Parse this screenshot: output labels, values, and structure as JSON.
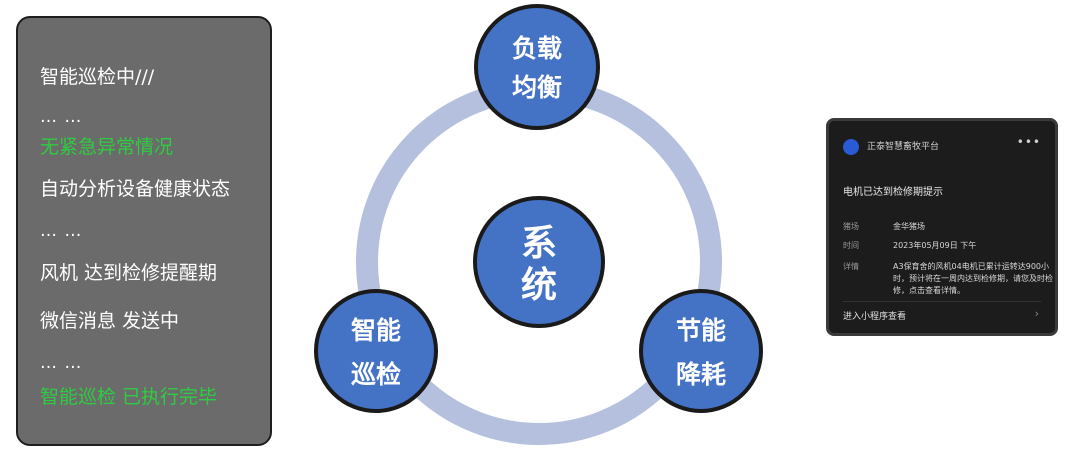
{
  "log": {
    "lines": [
      {
        "text": "智能巡检中///",
        "style": "normal"
      },
      {
        "text": "… …",
        "style": "dots"
      },
      {
        "text": "无紧急异常情况",
        "style": "ok"
      },
      {
        "text": "自动分析设备健康状态",
        "style": "normal"
      },
      {
        "text": "… …",
        "style": "dots"
      },
      {
        "text": "风机 达到检修提醒期",
        "style": "normal"
      },
      {
        "text": "微信消息 发送中",
        "style": "normal"
      },
      {
        "text": "… …",
        "style": "dots"
      },
      {
        "text": "智能巡检 已执行完毕",
        "style": "ok"
      }
    ]
  },
  "diagram": {
    "center": {
      "line1": "系",
      "line2": "统"
    },
    "nodes": {
      "top": {
        "line1": "负载",
        "line2": "均衡"
      },
      "left": {
        "line1": "智能",
        "line2": "巡检"
      },
      "right": {
        "line1": "节能",
        "line2": "降耗"
      }
    },
    "colors": {
      "node_fill": "#4472c4",
      "node_stroke": "#1a1a1a",
      "ring": "#b4c0de"
    }
  },
  "notification": {
    "logo_icon": "brand-logo-icon",
    "platform": "正泰智慧畜牧平台",
    "more": "•••",
    "title": "电机已达到检修期提示",
    "rows": [
      {
        "key": "猪场",
        "value": "金华猪场"
      },
      {
        "key": "时间",
        "value": "2023年05月09日 下午"
      },
      {
        "key": "详情",
        "value": "A3保育舍的风机04电机已累计运转达900小时，预计将在一周内达到检修期，请您及时检修，点击查看详情。"
      }
    ],
    "footer": "进入小程序查看",
    "chevron": "›"
  }
}
